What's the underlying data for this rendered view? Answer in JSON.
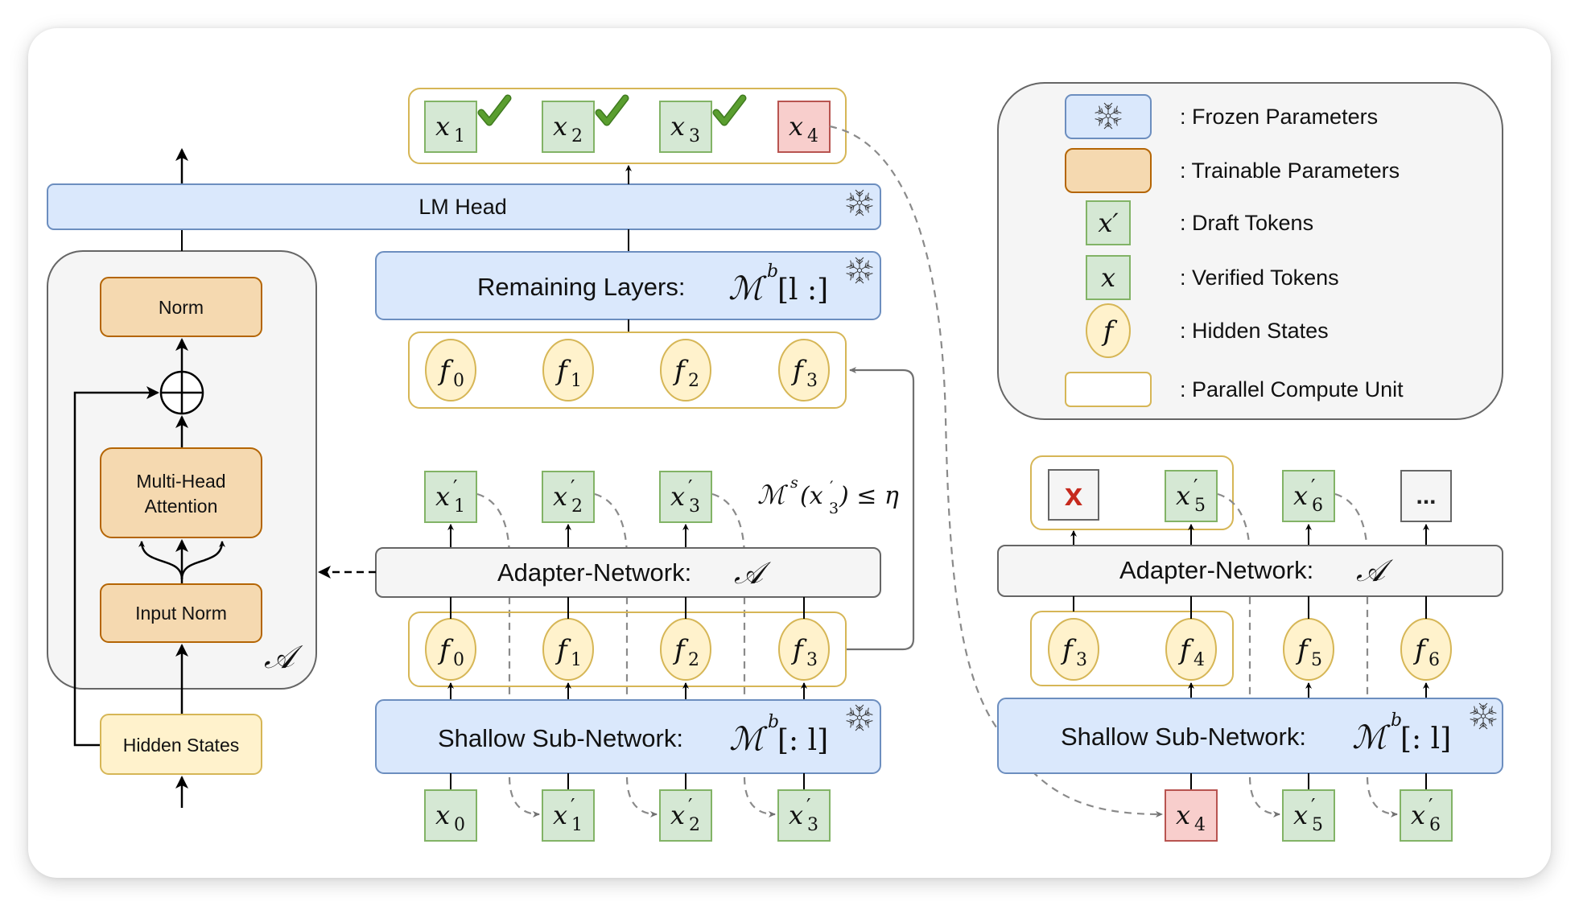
{
  "colors": {
    "frozen_fill": "#dae8fc",
    "frozen_stroke": "#6c8ebf",
    "trainable_fill": "#f5d9b0",
    "trainable_stroke": "#b46504",
    "token_fill": "#d5e8d4",
    "token_stroke": "#82b366",
    "rejected_fill": "#f8cecc",
    "rejected_stroke": "#b85450",
    "hidden_fill": "#fff2cc",
    "hidden_stroke": "#d6b656",
    "adapter_fill": "#f5f5f5",
    "adapter_stroke": "#666666",
    "check": "#5a9e2f",
    "cross": "#c62a1e"
  },
  "left_block": {
    "norm": "Norm",
    "mha_line1": "Multi-Head",
    "mha_line2": "Attention",
    "input_norm": "Input Norm",
    "hidden_states": "Hidden States",
    "adapter_symbol": "𝒜"
  },
  "lm_head": "LM Head",
  "remaining_layers": {
    "label": "Remaining Layers:",
    "formula": "ℳ",
    "sup": "b",
    "bracket": "[l :]"
  },
  "adapter": {
    "label": "Adapter-Network:",
    "symbol": "𝒜"
  },
  "shallow": {
    "label": "Shallow Sub-Network:",
    "formula": "ℳ",
    "sup": "b",
    "bracket": "[: l]"
  },
  "threshold": {
    "m": "ℳ",
    "sup": "s",
    "arg": "(x",
    "argsub": "3",
    "rest": ") ≤ η"
  },
  "verified_top": [
    {
      "base": "x",
      "sub": "1",
      "status": "accepted"
    },
    {
      "base": "x",
      "sub": "2",
      "status": "accepted"
    },
    {
      "base": "x",
      "sub": "3",
      "status": "accepted"
    },
    {
      "base": "x",
      "sub": "4",
      "status": "rejected"
    }
  ],
  "hidden_top": [
    "0",
    "1",
    "2",
    "3"
  ],
  "draft_mid": [
    "1",
    "2",
    "3"
  ],
  "hidden_low": [
    "0",
    "1",
    "2",
    "3"
  ],
  "bottom_tokens": [
    {
      "base": "x",
      "sub": "0",
      "prime": false
    },
    {
      "base": "x",
      "sub": "1",
      "prime": true
    },
    {
      "base": "x",
      "sub": "2",
      "prime": true
    },
    {
      "base": "x",
      "sub": "3",
      "prime": true
    }
  ],
  "right": {
    "top": [
      {
        "kind": "cross",
        "text": "x"
      },
      {
        "kind": "draft",
        "sub": "5"
      },
      {
        "kind": "draft",
        "sub": "6"
      },
      {
        "kind": "ellipsis",
        "text": "..."
      }
    ],
    "hidden": [
      "3",
      "4",
      "5",
      "6"
    ],
    "bottom": [
      {
        "base": "x",
        "sub": "4",
        "prime": false,
        "rejected": true
      },
      {
        "base": "x",
        "sub": "5",
        "prime": true,
        "rejected": false
      },
      {
        "base": "x",
        "sub": "6",
        "prime": true,
        "rejected": false
      }
    ]
  },
  "legend": [
    {
      "swatch": "frozen",
      "label": ": Frozen Parameters"
    },
    {
      "swatch": "trainable",
      "label": ": Trainable Parameters"
    },
    {
      "swatch": "draft",
      "symbol": "x′",
      "label": ": Draft Tokens"
    },
    {
      "swatch": "verified",
      "symbol": "x",
      "label": ": Verified Tokens"
    },
    {
      "swatch": "hidden",
      "symbol": "f",
      "label": ": Hidden States"
    },
    {
      "swatch": "parallel",
      "label": ": Parallel Compute Unit"
    }
  ]
}
